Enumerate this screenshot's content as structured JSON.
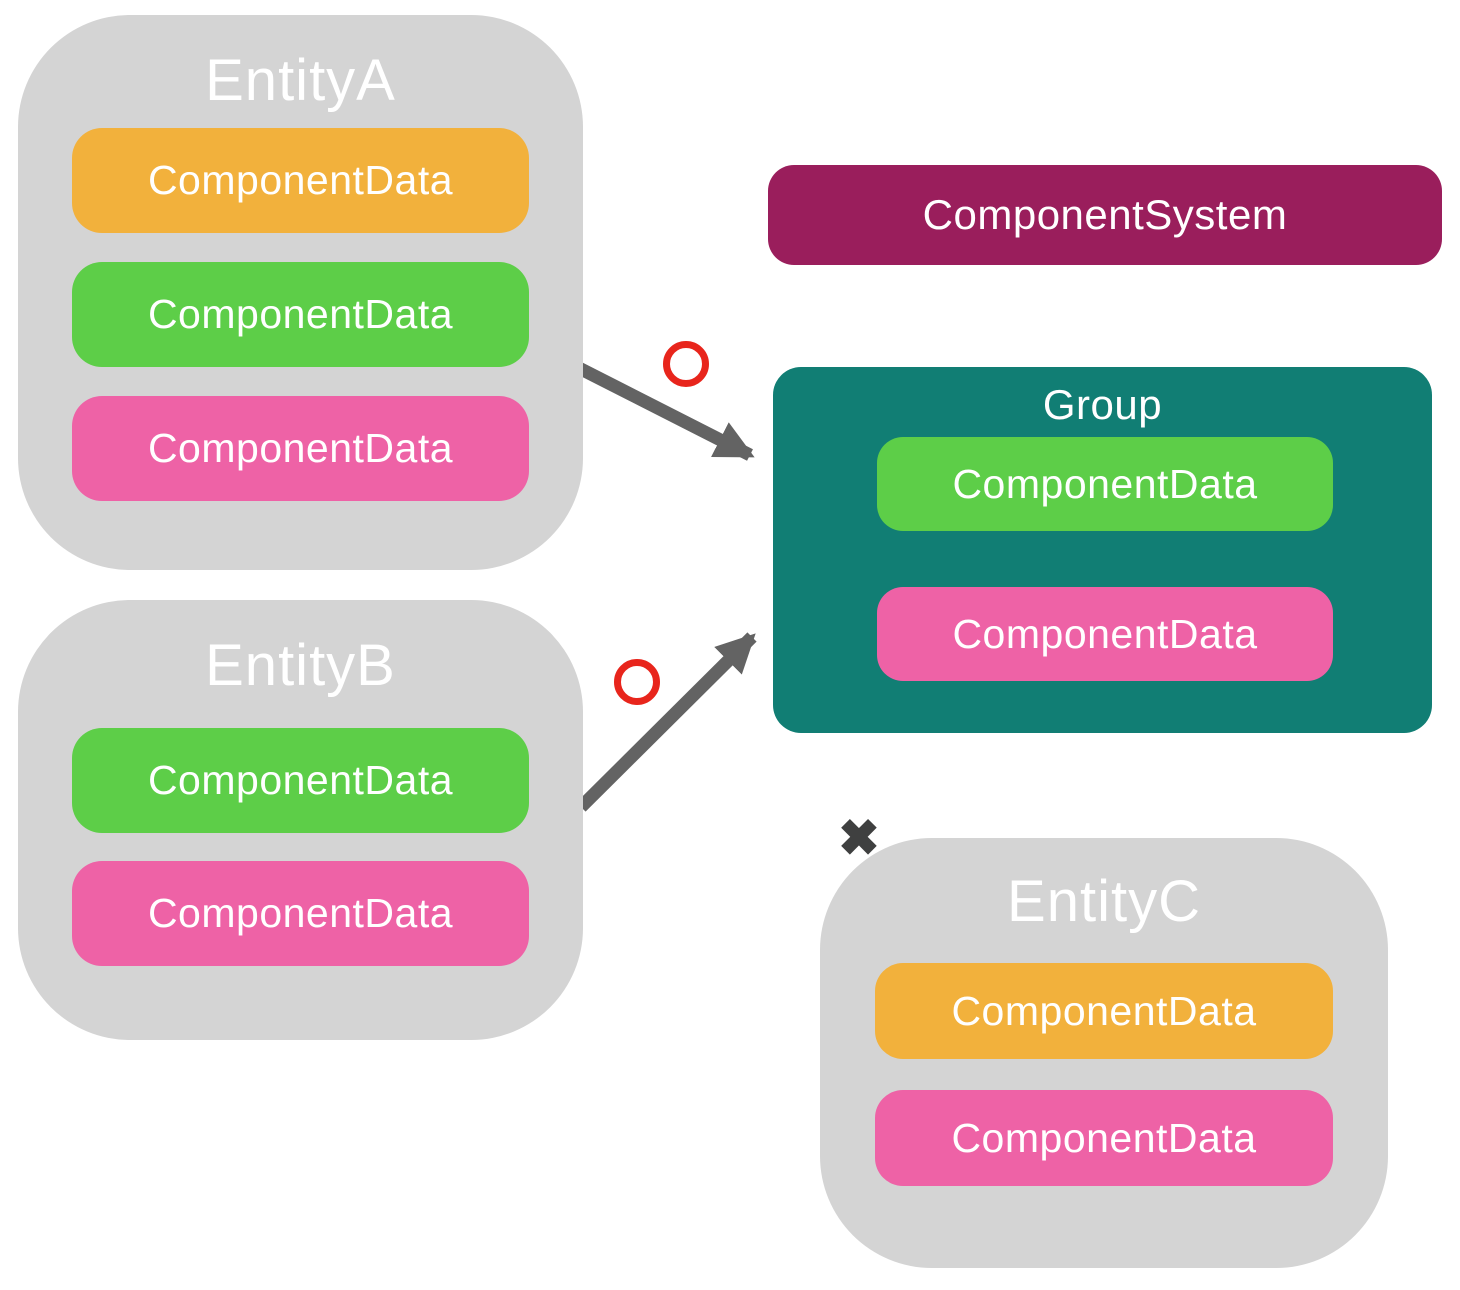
{
  "palette": {
    "canvas-bg": "#FFFFFF",
    "entity-bg": "#D4D4D4",
    "orange": "#F2B13C",
    "green": "#5DCE48",
    "pink": "#EE62A6",
    "magenta": "#9A1E5C",
    "teal": "#117E74",
    "arrow-gray": "#636363",
    "circle-red": "#E8251C",
    "x-dark": "#3F4040",
    "label-white": "#FFFFFF"
  },
  "entities": [
    {
      "title": "EntityA",
      "components": [
        {
          "label": "ComponentData",
          "color": "orange"
        },
        {
          "label": "ComponentData",
          "color": "green"
        },
        {
          "label": "ComponentData",
          "color": "pink"
        }
      ]
    },
    {
      "title": "EntityB",
      "components": [
        {
          "label": "ComponentData",
          "color": "green"
        },
        {
          "label": "ComponentData",
          "color": "pink"
        }
      ]
    },
    {
      "title": "EntityC",
      "components": [
        {
          "label": "ComponentData",
          "color": "orange"
        },
        {
          "label": "ComponentData",
          "color": "pink"
        }
      ]
    }
  ],
  "system": {
    "title": "ComponentSystem"
  },
  "group": {
    "title": "Group",
    "components": [
      {
        "label": "ComponentData",
        "color": "green"
      },
      {
        "label": "ComponentData",
        "color": "pink"
      }
    ]
  },
  "annotations": {
    "mismatch_mark": "✖"
  }
}
